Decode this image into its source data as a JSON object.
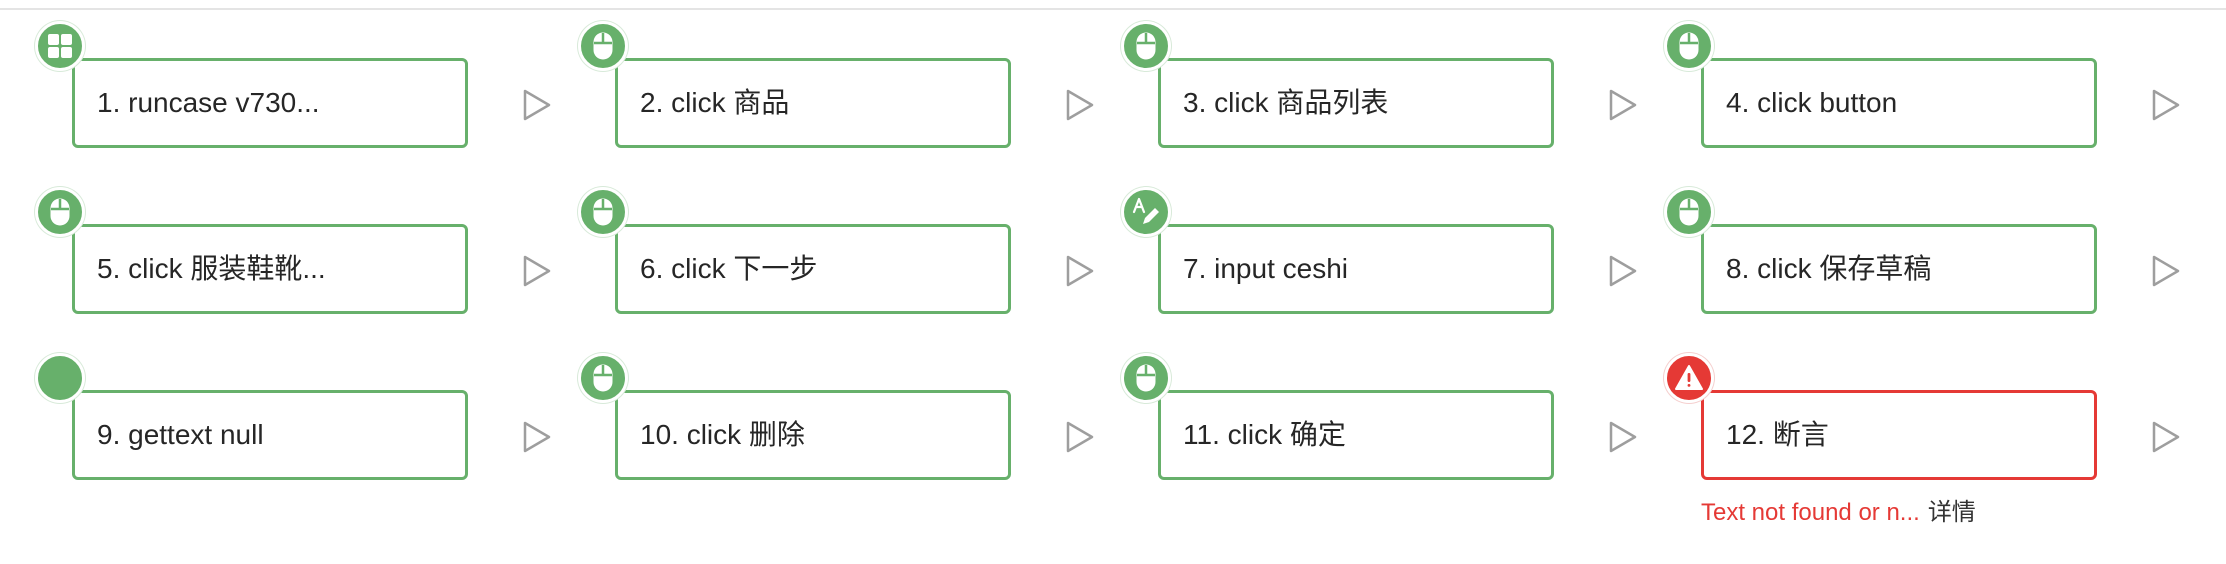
{
  "steps": [
    {
      "label": "1. runcase v730...",
      "icon": "windows-icon",
      "status": "success"
    },
    {
      "label": "2. click 商品",
      "icon": "mouse-icon",
      "status": "success"
    },
    {
      "label": "3. click 商品列表",
      "icon": "mouse-icon",
      "status": "success"
    },
    {
      "label": "4. click button",
      "icon": "mouse-icon",
      "status": "success"
    },
    {
      "label": "5. click 服装鞋靴...",
      "icon": "mouse-icon",
      "status": "success"
    },
    {
      "label": "6. click 下一步",
      "icon": "mouse-icon",
      "status": "success"
    },
    {
      "label": "7. input ceshi",
      "icon": "text-edit-icon",
      "status": "success"
    },
    {
      "label": "8. click 保存草稿",
      "icon": "mouse-icon",
      "status": "success"
    },
    {
      "label": "9. gettext null",
      "icon": "dot-icon",
      "status": "success"
    },
    {
      "label": "10. click 删除",
      "icon": "mouse-icon",
      "status": "success"
    },
    {
      "label": "11. click 确定",
      "icon": "mouse-icon",
      "status": "success"
    },
    {
      "label": "12. 断言",
      "icon": "warning-icon",
      "status": "failed"
    }
  ],
  "error": {
    "message": "Text not found or n...",
    "detail_label": "详情"
  },
  "colors": {
    "success": "#67b06b",
    "failed": "#e53935",
    "arrow": "#9e9e9e"
  }
}
